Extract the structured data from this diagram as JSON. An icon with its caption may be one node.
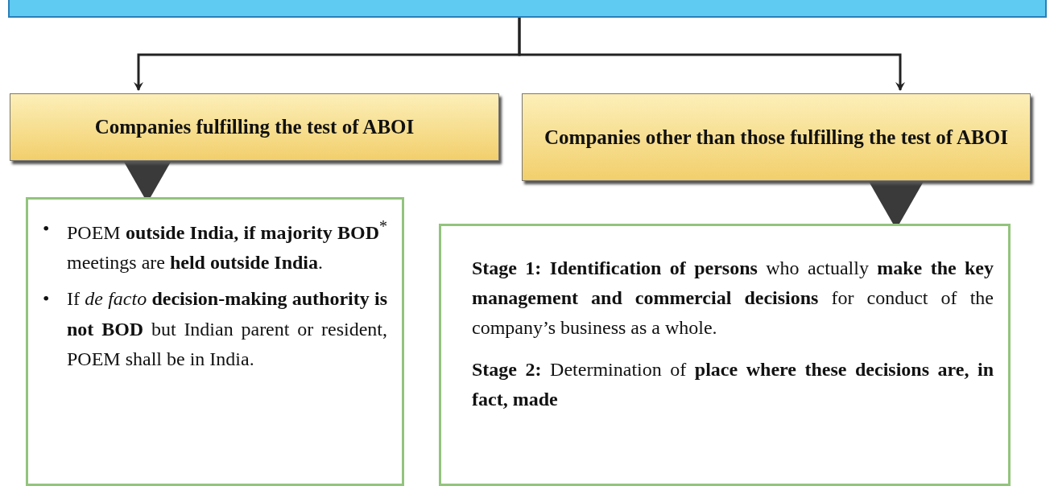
{
  "diagram": {
    "nodes": [
      {
        "text": [],
        "shape": "bar"
      },
      {
        "text": [
          "Companies fulfilling the test of ABOI"
        ]
      },
      {
        "text": [
          "Companies other than those fulfilling the test of ABOI"
        ]
      },
      {
        "text": [
          "POEM **outside India, if majority BOD**$^{*}$ meetings are **held outside India**.",
          "If *de facto* **decision-making authority is not BOD** but Indian parent or resident, POEM shall be in India."
        ]
      },
      {
        "text": [
          "**Stage 1: Identification of persons** who actually **make the key management and commercial decisions** for conduct of the company’s business as a whole.",
          "**Stage 2:** Determination of **place where these decisions are, in fact, made**"
        ]
      }
    ],
    "edges": [
      {
        "from": 0,
        "to": 1,
        "arrow": "to"
      },
      {
        "from": 0,
        "to": 2,
        "arrow": "to"
      },
      {
        "from": 1,
        "to": 3,
        "arrow": "to",
        "style": "thick"
      },
      {
        "from": 2,
        "to": 4,
        "arrow": "to",
        "style": "thick"
      }
    ],
    "labels": [
      "•",
      "•"
    ]
  }
}
